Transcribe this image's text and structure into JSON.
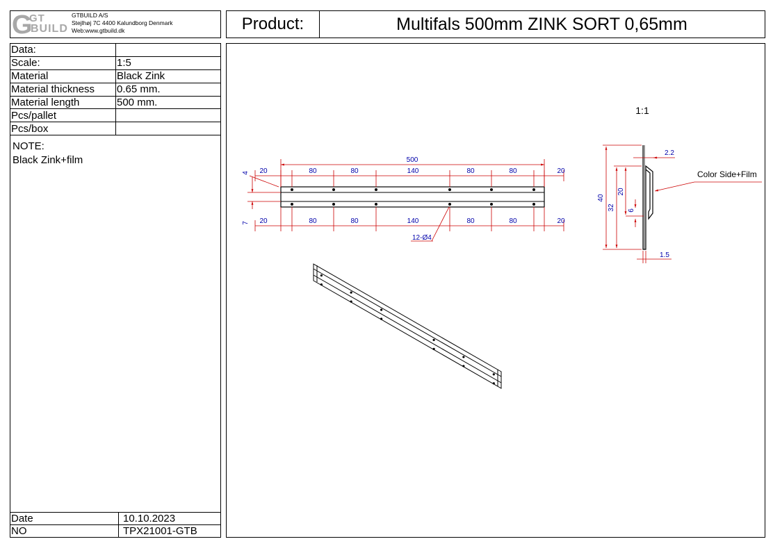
{
  "header": {
    "logo_g": "G",
    "logo_gt": "GT",
    "logo_build": "BUILD",
    "company_name": "GTBUILD A/S",
    "company_address": "Stejlhøj 7C 4400 Kalundborg Denmark",
    "company_web": "Web:www.gtbuild.dk",
    "product_label": "Product:",
    "product_name": "Multifals 500mm ZINK  SORT 0,65mm"
  },
  "specs": [
    {
      "label": "Data:",
      "value": ""
    },
    {
      "label": "Scale:",
      "value": "1:5"
    },
    {
      "label": "Material",
      "value": "Black Zink"
    },
    {
      "label": "Material thickness",
      "value": "0.65 mm."
    },
    {
      "label": "Material length",
      "value": "500 mm."
    },
    {
      "label": "Pcs/pallet",
      "value": ""
    },
    {
      "label": "Pcs/box",
      "value": ""
    }
  ],
  "note": {
    "label": "NOTE:",
    "text": "Black Zink+film"
  },
  "footer": {
    "date_label": "Date",
    "date_value": "10.10.2023",
    "no_label": "NO",
    "no_value": "TPX21001-GTB"
  },
  "drawing": {
    "top_dims": [
      "20",
      "80",
      "80",
      "140",
      "80",
      "80",
      "20"
    ],
    "bottom_dims": [
      "20",
      "80",
      "80",
      "140",
      "80",
      "80",
      "20"
    ],
    "overall": "500",
    "left_top": "4",
    "left_bottom": "7",
    "holes": "12-Ø4",
    "scale_side": "1:1",
    "side_dims": {
      "d40": "40",
      "d32": "32",
      "d20": "20",
      "d6": "6",
      "d22": "2.2",
      "d15": "1.5"
    },
    "callout": "Color Side+Film",
    "dim_color": "#cc0000",
    "dim_text_color": "#0000aa"
  }
}
